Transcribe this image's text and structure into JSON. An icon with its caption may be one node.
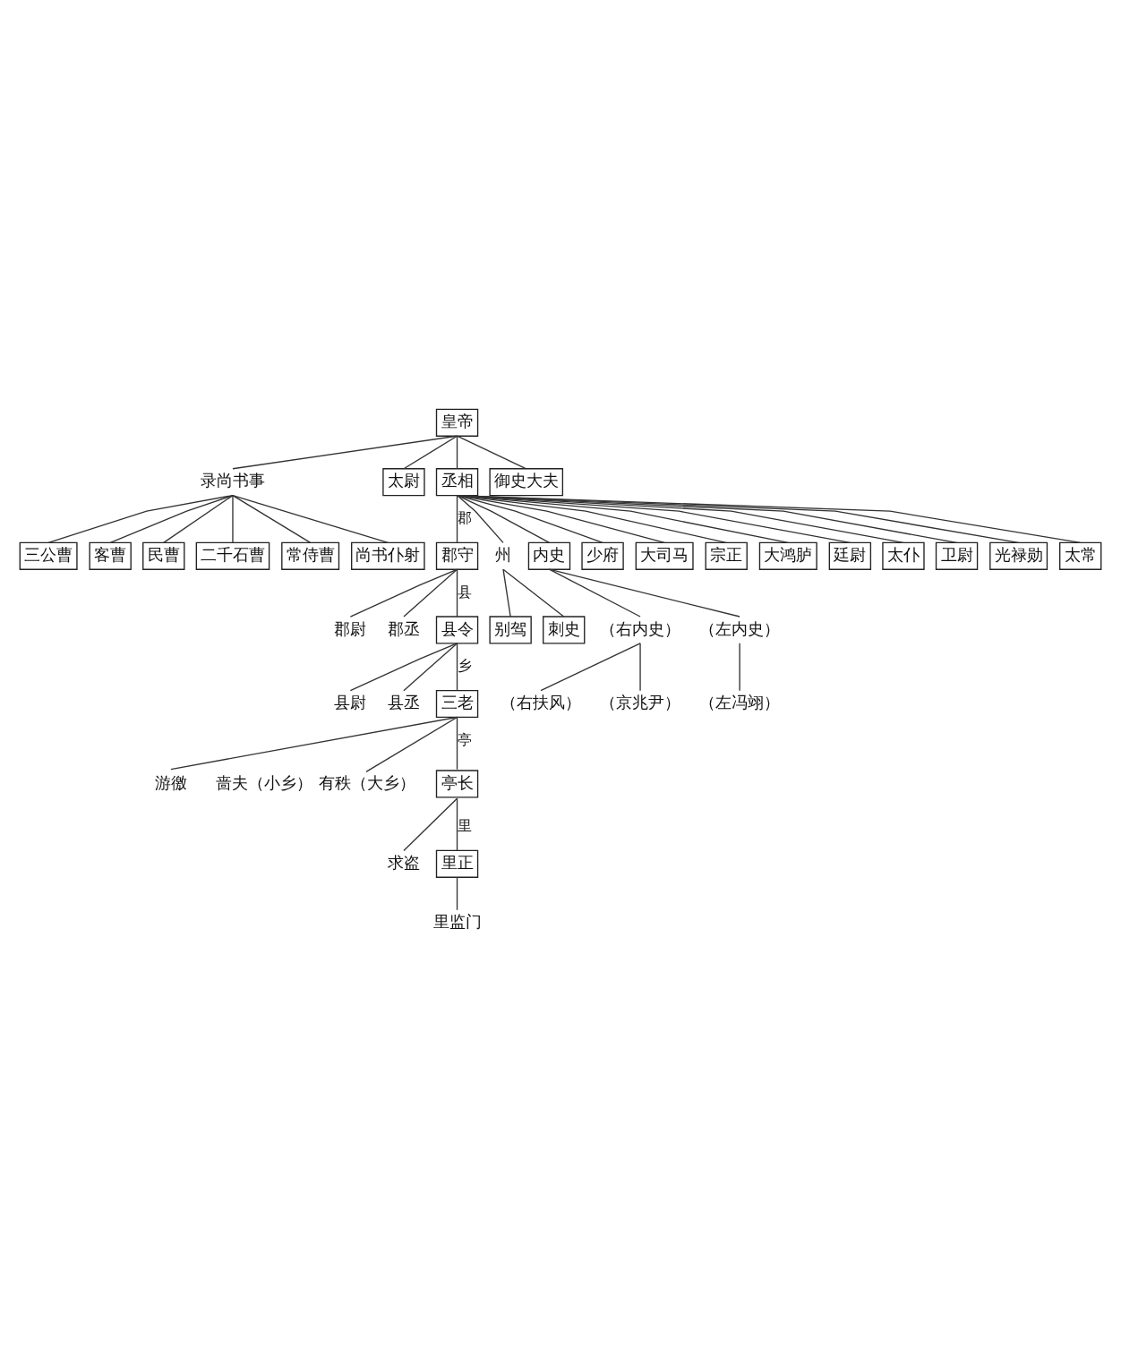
{
  "diagram": {
    "nodes": [
      {
        "text": [
          "皇帝"
        ]
      },
      {
        "text": [
          "太尉"
        ]
      },
      {
        "text": [
          "丞相"
        ]
      },
      {
        "text": [
          "御史大夫"
        ]
      },
      {
        "text": [
          "录尚书事"
        ]
      },
      {
        "text": [
          "三公曹"
        ]
      },
      {
        "text": [
          "客曹"
        ]
      },
      {
        "text": [
          "民曹"
        ]
      },
      {
        "text": [
          "二千石曹"
        ]
      },
      {
        "text": [
          "常侍曹"
        ]
      },
      {
        "text": [
          "尚书仆射"
        ]
      },
      {
        "text": [
          "少府"
        ]
      },
      {
        "text": [
          "大司马"
        ]
      },
      {
        "text": [
          "宗正"
        ]
      },
      {
        "text": [
          "大鸿胪"
        ]
      },
      {
        "text": [
          "廷尉"
        ]
      },
      {
        "text": [
          "太仆"
        ]
      },
      {
        "text": [
          "卫尉"
        ]
      },
      {
        "text": [
          "光禄勋"
        ]
      },
      {
        "text": [
          "太常"
        ]
      },
      {
        "text": [
          "州"
        ]
      },
      {
        "text": [
          "别驾"
        ]
      },
      {
        "text": [
          "刺史"
        ]
      },
      {
        "text": [
          "内史"
        ]
      },
      {
        "text": [
          "（右内史）"
        ]
      },
      {
        "text": [
          "（左内史）"
        ]
      },
      {
        "text": [
          "郡守"
        ]
      },
      {
        "text": [
          "郡尉"
        ]
      },
      {
        "text": [
          "郡丞"
        ]
      },
      {
        "text": [
          "（右扶风）"
        ]
      },
      {
        "text": [
          "（京兆尹）"
        ]
      },
      {
        "text": [
          "（左冯翊）"
        ]
      },
      {
        "text": [
          "县令"
        ]
      },
      {
        "text": [
          "县尉"
        ]
      },
      {
        "text": [
          "县丞"
        ]
      },
      {
        "text": [
          "三老"
        ]
      },
      {
        "text": [
          "游徼"
        ]
      },
      {
        "text": [
          "有秩（大乡）"
        ],
        "beside": [
          "啬夫（小乡）"
        ]
      },
      {
        "text": [
          "亭长"
        ]
      },
      {
        "text": [
          "求盗"
        ]
      },
      {
        "text": [
          "里正"
        ]
      },
      {
        "text": [
          "里监门"
        ]
      }
    ],
    "edges": [
      {
        "from": 0,
        "to": 4,
        "arrow": "none"
      },
      {
        "from": 0,
        "to": 1,
        "arrow": "none"
      },
      {
        "from": 0,
        "to": 2,
        "arrow": "none"
      },
      {
        "from": 0,
        "to": 3,
        "arrow": "none"
      },
      {
        "from": 4,
        "to": 5,
        "arrow": "none"
      },
      {
        "from": 4,
        "to": 6,
        "arrow": "none"
      },
      {
        "from": 4,
        "to": 7,
        "arrow": "none"
      },
      {
        "from": 4,
        "to": 8,
        "arrow": "none"
      },
      {
        "from": 4,
        "to": 9,
        "arrow": "none"
      },
      {
        "from": 4,
        "to": 10,
        "arrow": "none"
      },
      {
        "from": 2,
        "to": 26,
        "label": "郡",
        "arrow": "none"
      },
      {
        "from": 2,
        "to": 20,
        "arrow": "none"
      },
      {
        "from": 2,
        "to": 23,
        "arrow": "none"
      },
      {
        "from": 2,
        "to": 11,
        "arrow": "none"
      },
      {
        "from": 2,
        "to": 12,
        "arrow": "none"
      },
      {
        "from": 2,
        "to": 13,
        "arrow": "none"
      },
      {
        "from": 2,
        "to": 14,
        "arrow": "none"
      },
      {
        "from": 2,
        "to": 15,
        "arrow": "none"
      },
      {
        "from": 2,
        "to": 16,
        "arrow": "none"
      },
      {
        "from": 2,
        "to": 17,
        "arrow": "none"
      },
      {
        "from": 2,
        "to": 18,
        "arrow": "none"
      },
      {
        "from": 2,
        "to": 19,
        "arrow": "none"
      },
      {
        "from": 20,
        "to": 21,
        "arrow": "none"
      },
      {
        "from": 20,
        "to": 22,
        "arrow": "none"
      },
      {
        "from": 23,
        "to": 24,
        "arrow": "none"
      },
      {
        "from": 23,
        "to": 25,
        "arrow": "none"
      },
      {
        "from": 24,
        "to": 29,
        "arrow": "none"
      },
      {
        "from": 24,
        "to": 30,
        "arrow": "none"
      },
      {
        "from": 25,
        "to": 31,
        "arrow": "none"
      },
      {
        "from": 26,
        "to": 27,
        "arrow": "none"
      },
      {
        "from": 26,
        "to": 28,
        "arrow": "none"
      },
      {
        "from": 26,
        "to": 32,
        "label": "县",
        "arrow": "none"
      },
      {
        "from": 32,
        "to": 33,
        "arrow": "none"
      },
      {
        "from": 32,
        "to": 34,
        "arrow": "none"
      },
      {
        "from": 32,
        "to": 35,
        "label": "乡",
        "arrow": "none"
      },
      {
        "from": 35,
        "to": 36,
        "arrow": "none"
      },
      {
        "from": 35,
        "to": 37,
        "arrow": "none"
      },
      {
        "from": 35,
        "to": 38,
        "label": "亭",
        "arrow": "none"
      },
      {
        "from": 38,
        "to": 39,
        "arrow": "none"
      },
      {
        "from": 38,
        "to": 40,
        "label": "里",
        "arrow": "none"
      },
      {
        "from": 40,
        "to": 41,
        "arrow": "none"
      }
    ]
  }
}
